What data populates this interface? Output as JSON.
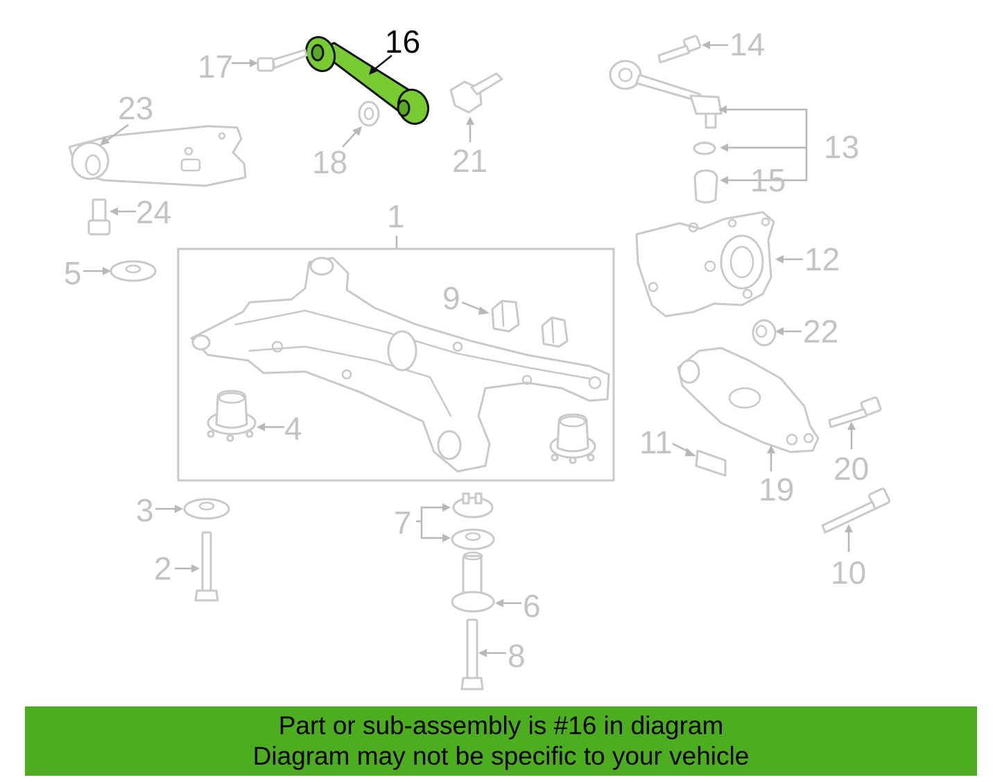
{
  "callouts": [
    {
      "id": "16",
      "label": "16"
    },
    {
      "id": "17",
      "label": "17"
    },
    {
      "id": "14",
      "label": "14"
    },
    {
      "id": "23",
      "label": "23"
    },
    {
      "id": "18",
      "label": "18"
    },
    {
      "id": "21",
      "label": "21"
    },
    {
      "id": "13",
      "label": "13"
    },
    {
      "id": "15",
      "label": "15"
    },
    {
      "id": "24",
      "label": "24"
    },
    {
      "id": "1",
      "label": "1"
    },
    {
      "id": "5",
      "label": "5"
    },
    {
      "id": "12",
      "label": "12"
    },
    {
      "id": "9",
      "label": "9"
    },
    {
      "id": "22",
      "label": "22"
    },
    {
      "id": "4",
      "label": "4"
    },
    {
      "id": "11",
      "label": "11"
    },
    {
      "id": "20",
      "label": "20"
    },
    {
      "id": "19",
      "label": "19"
    },
    {
      "id": "3",
      "label": "3"
    },
    {
      "id": "7",
      "label": "7"
    },
    {
      "id": "2",
      "label": "2"
    },
    {
      "id": "6",
      "label": "6"
    },
    {
      "id": "10",
      "label": "10"
    },
    {
      "id": "8",
      "label": "8"
    }
  ],
  "highlighted_part": "16",
  "colors": {
    "highlight": "#78cc32",
    "banner": "#4cae1e",
    "part_outline": "#c9c9c9",
    "callout_text": "#c3c3c3"
  },
  "banner": {
    "line1": "Part or sub-assembly is #16 in diagram",
    "line2": "Diagram may not be specific to your vehicle"
  }
}
